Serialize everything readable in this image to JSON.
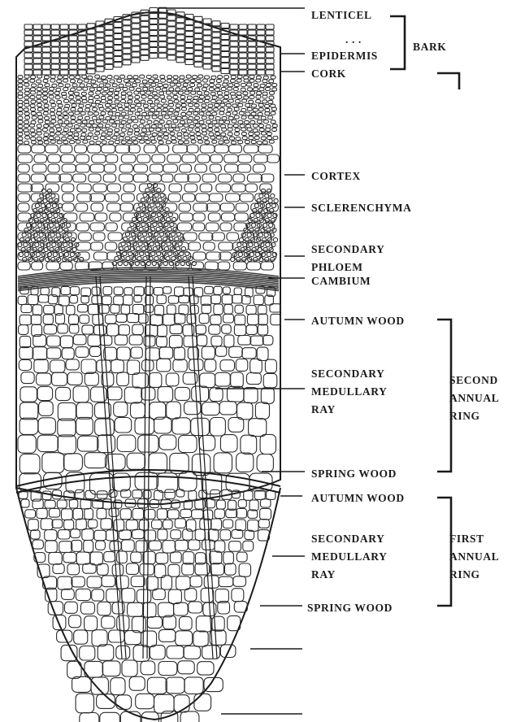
{
  "labels": {
    "lenticel": "LENTICEL",
    "epidermis": "EPIDERMIS",
    "cork": "CORK",
    "bark": "BARK",
    "cortex": "CORTEX",
    "sclerenchyma": "SCLERENCHYMA",
    "secondary_phloem_1": "SECONDARY",
    "secondary_phloem_2": "PHLOEM",
    "cambium": "CAMBIUM",
    "autumn_wood_2": "AUTUMN WOOD",
    "medullary_ray_2_line1": "SECONDARY",
    "medullary_ray_2_line2": "MEDULLARY",
    "medullary_ray_2_line3": "RAY",
    "second_ring_1": "SECOND",
    "second_ring_2": "ANNUAL",
    "second_ring_3": "RING",
    "spring_wood_2": "SPRING WOOD",
    "autumn_wood_1": "AUTUMN WOOD",
    "medullary_ray_1_line1": "SECONDARY",
    "medullary_ray_1_line2": "MEDULLARY",
    "medullary_ray_1_line3": "RAY",
    "first_ring_1": "FIRST",
    "first_ring_2": "ANNUAL",
    "first_ring_3": "RING",
    "spring_wood_1": "SPRING WOOD",
    "epidermis_dots": ". . ."
  },
  "colors": {
    "ink": "#1b1b1b",
    "paper": "#ffffff",
    "dense_tissue": "#3a3a3a"
  }
}
